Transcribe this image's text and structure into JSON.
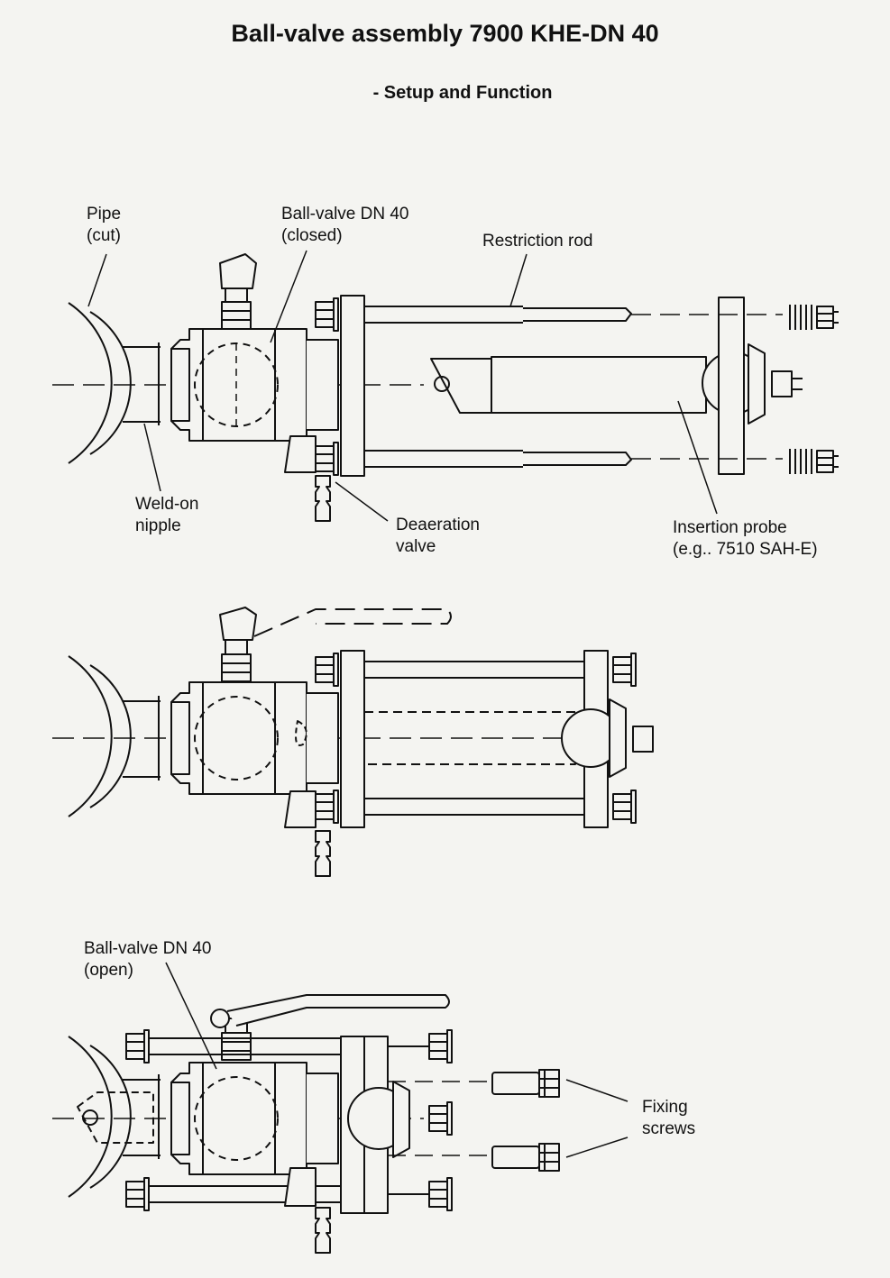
{
  "header": {
    "title": "Ball-valve assembly 7900 KHE-DN 40",
    "subtitle": "- Setup and Function"
  },
  "figure1": {
    "pipe": [
      "Pipe",
      "(cut)"
    ],
    "ball_valve_closed": [
      "Ball-valve DN 40",
      "(closed)"
    ],
    "restriction_rod": "Restriction rod",
    "weld_on_nipple": [
      "Weld-on",
      "nipple"
    ],
    "deaeration_valve": [
      "Deaeration",
      "valve"
    ],
    "insertion_probe": [
      "Insertion probe",
      "(e.g.. 7510 SAH-E)"
    ]
  },
  "figure3": {
    "ball_valve_open": [
      "Ball-valve DN 40",
      "(open)"
    ],
    "fixing_screws": [
      "Fixing",
      "screws"
    ]
  }
}
